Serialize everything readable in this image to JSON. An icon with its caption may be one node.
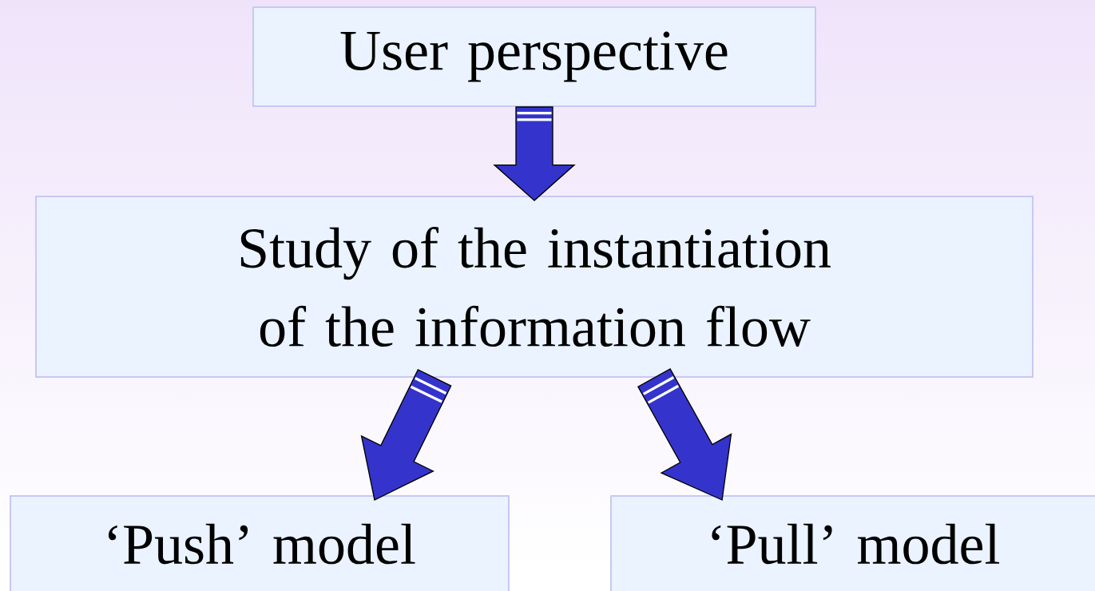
{
  "diagram": {
    "nodes": [
      {
        "text": [
          "User perspective"
        ]
      },
      {
        "text": [
          "Study of the instantiation of the information flow"
        ]
      },
      {
        "text": [
          "‘Push’ model"
        ]
      },
      {
        "text": [
          "‘Pull’ model"
        ]
      }
    ],
    "edges": [
      {
        "from": 0,
        "to": 1,
        "arrow": "to"
      },
      {
        "from": 1,
        "to": 2,
        "arrow": "to"
      },
      {
        "from": 1,
        "to": 3,
        "arrow": "to"
      }
    ]
  }
}
